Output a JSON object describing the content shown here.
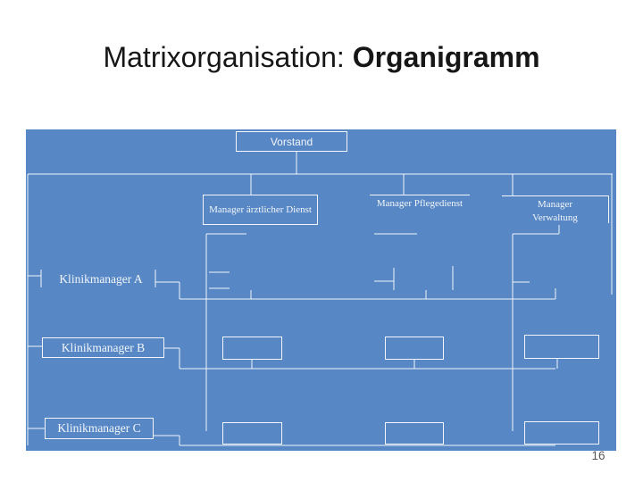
{
  "slide": {
    "title": {
      "regular": "Matrixorganisation: ",
      "bold": "Organigramm"
    },
    "page_number": "16"
  },
  "org_chart": {
    "root": {
      "label": "Vorstand"
    },
    "managers": [
      {
        "label": "Manager ärztlicher Dienst"
      },
      {
        "label": "Manager Pflegedienst"
      },
      {
        "label": "Manager Verwaltung"
      }
    ],
    "clinic_managers": [
      {
        "label": "Klinikmanager A"
      },
      {
        "label": "Klinikmanager B"
      },
      {
        "label": "Klinikmanager C"
      }
    ]
  },
  "colors": {
    "panel_blue": "#5787c5",
    "line_white": "#f2f6fa",
    "title_text": "#161616",
    "page_number_gray": "#595959"
  }
}
